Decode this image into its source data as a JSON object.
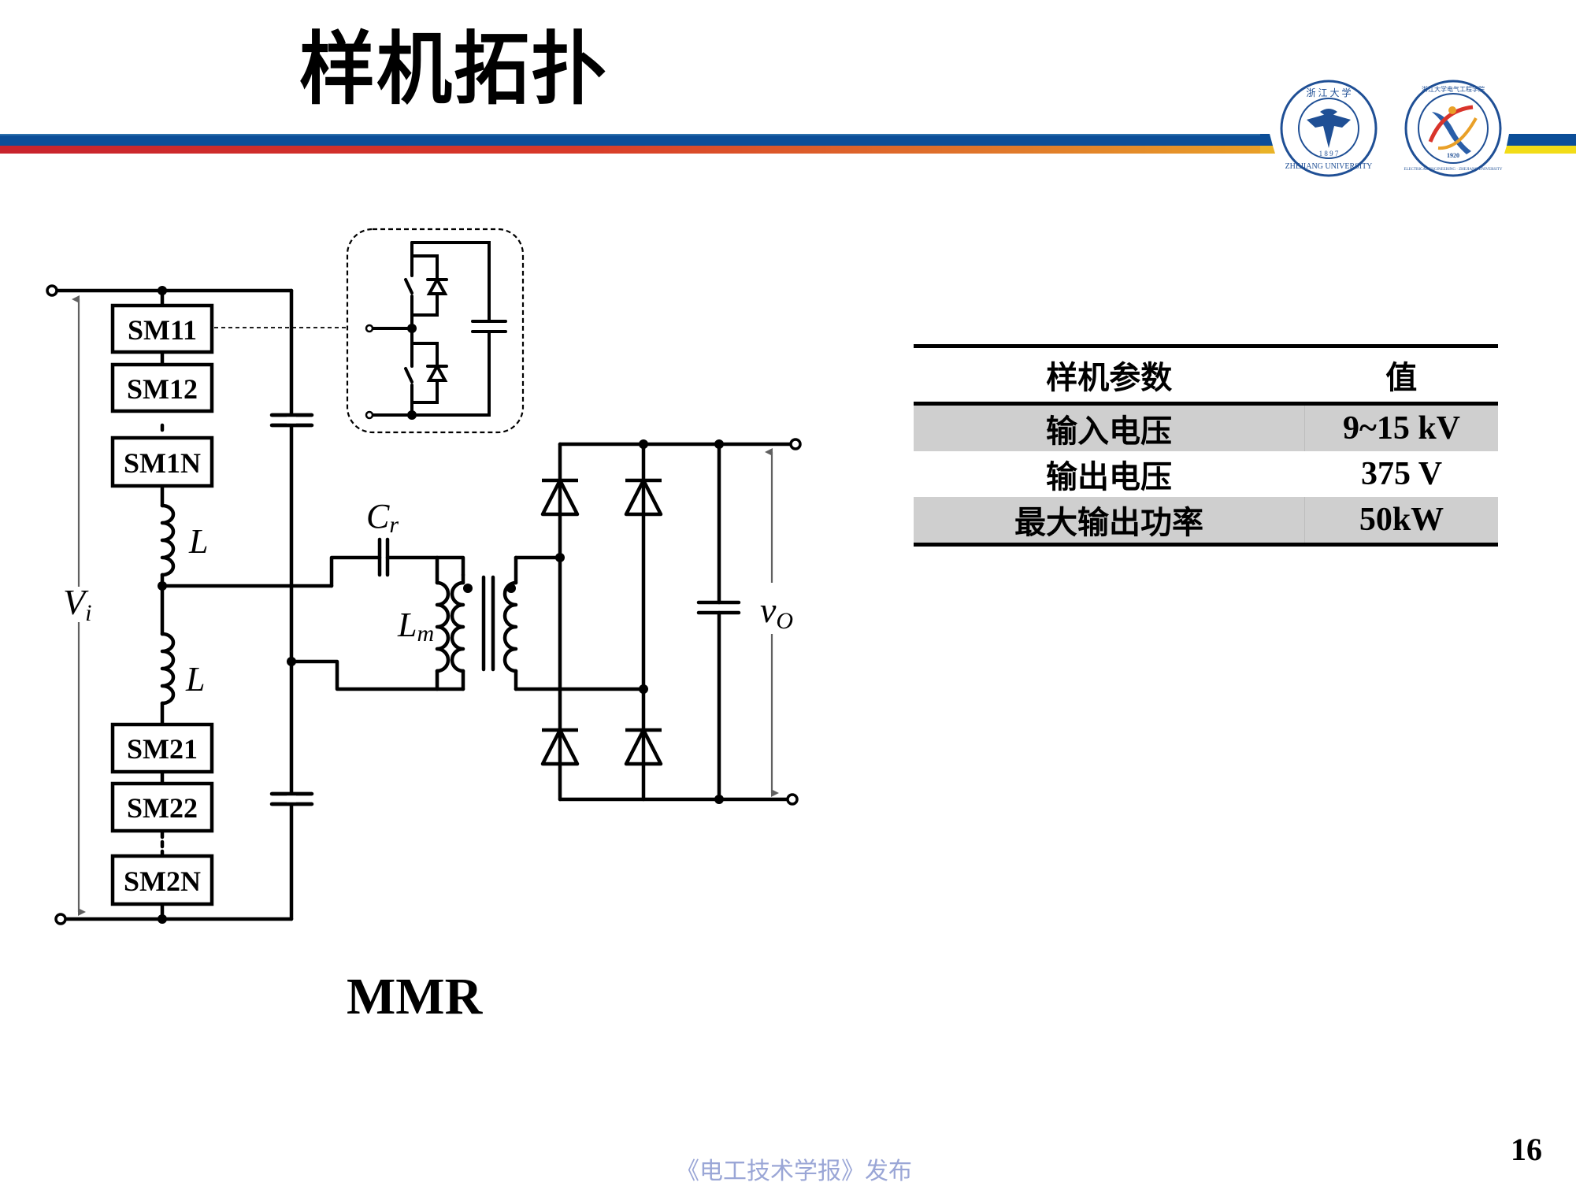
{
  "slide": {
    "title": "样机拓扑",
    "page_number": "16",
    "publisher_note": "《电工技术学报》发布",
    "colors": {
      "header_blue": "#0c4e98",
      "header_red": "#c8232c",
      "header_orange": "#e9a028",
      "header_yellow": "#f2dc17",
      "table_grey": "#cfcfcf",
      "publisher_text": "#9aa6d6"
    }
  },
  "logos": {
    "zju": {
      "text_cn": "浙江大学",
      "text_en": "ZHEJIANG UNIVERSITY",
      "year": "1897"
    },
    "ee_college": {
      "text_cn": "浙江大学电气工程学院",
      "text_en": "ELECTRICAL ENGINEERING · ZHEJIANG UNIVERSITY",
      "year": "1920"
    }
  },
  "diagram": {
    "caption": "MMR",
    "submodules_upper": [
      "SM11",
      "SM12",
      "SM1N"
    ],
    "submodules_lower": [
      "SM21",
      "SM22",
      "SM2N"
    ],
    "labels": {
      "input_voltage": "V",
      "input_voltage_sub": "i",
      "arm_inductor_upper": "L",
      "arm_inductor_lower": "L",
      "resonant_cap": "C",
      "resonant_cap_sub": "r",
      "magnetizing_inductor": "L",
      "magnetizing_inductor_sub": "m",
      "output_voltage": "v",
      "output_voltage_sub": "O"
    }
  },
  "params_table": {
    "headers": [
      "样机参数",
      "值"
    ],
    "rows": [
      {
        "param": "输入电压",
        "value": "9~15 kV"
      },
      {
        "param": "输出电压",
        "value": "375 V"
      },
      {
        "param": "最大输出功率",
        "value": "50kW"
      }
    ]
  }
}
